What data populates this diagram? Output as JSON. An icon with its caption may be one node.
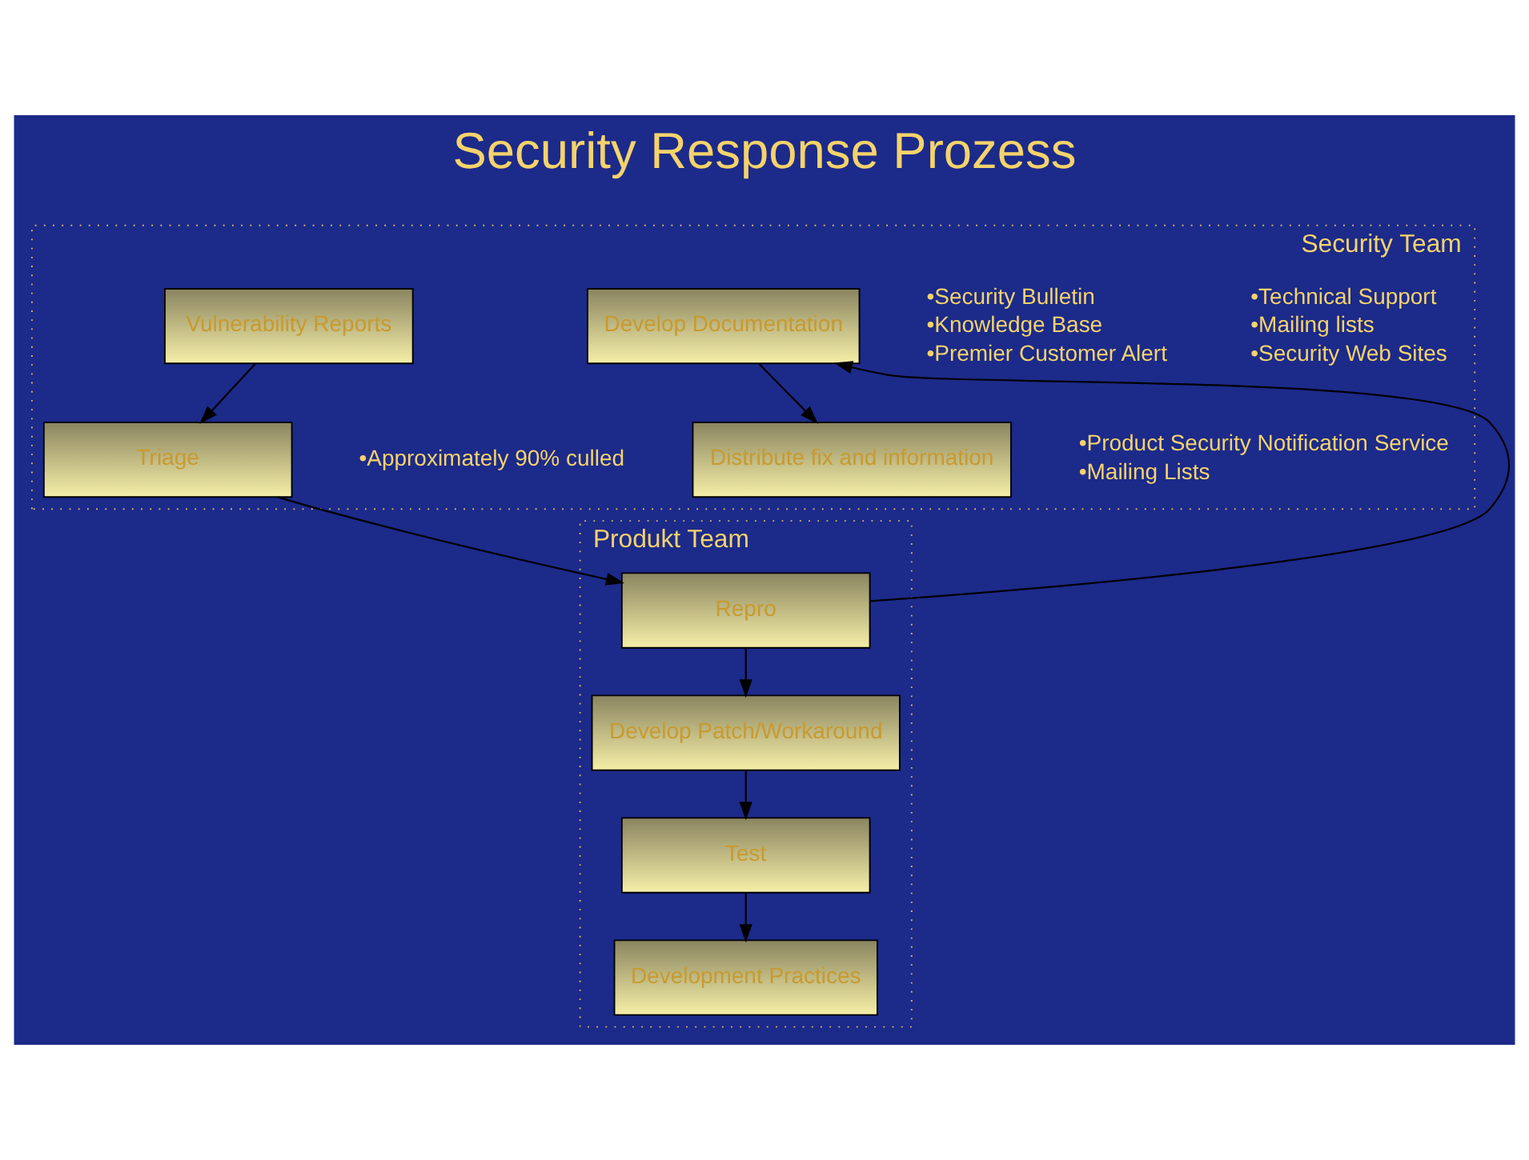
{
  "diagram": {
    "title": "Security Response Prozess",
    "nodes": [
      {
        "text": [
          "Produkt Team"
        ]
      },
      {
        "text": [
          "Security Team"
        ]
      },
      {
        "text": [
          "Vulnerability Reports"
        ],
        "in": 1,
        "beside": [
          "•Technical Support",
          "•Mailing lists",
          "•Security Web Sites"
        ]
      },
      {
        "text": [
          "Triage"
        ],
        "in": 1,
        "beside": [
          "•Approximately 90% culled"
        ]
      },
      {
        "text": [
          "Repro"
        ],
        "in": 0
      },
      {
        "text": [
          "Develop Patch/Workaround"
        ],
        "in": 0
      },
      {
        "text": [
          "Test"
        ],
        "in": 0
      },
      {
        "text": [
          "Development Practices"
        ],
        "in": 0
      },
      {
        "text": [
          "Develop Documentation"
        ],
        "in": 1,
        "beside": [
          "•Security Bulletin",
          "•Knowledge Base",
          "•Premier Customer Alert"
        ]
      },
      {
        "text": [
          "Distribute fix and information"
        ],
        "in": 1,
        "beside": [
          "•Product Security Notification Service",
          "•Mailing Lists"
        ]
      }
    ],
    "edges": [
      {
        "from": 2,
        "to": 3,
        "arrow": "to"
      },
      {
        "from": 3,
        "to": 4,
        "arrow": "to"
      },
      {
        "from": 4,
        "to": 5,
        "arrow": "to"
      },
      {
        "from": 4,
        "to": 8,
        "arrow": "to"
      },
      {
        "from": 5,
        "to": 6,
        "arrow": "to"
      },
      {
        "from": 6,
        "to": 7,
        "arrow": "to"
      },
      {
        "from": 8,
        "to": 9,
        "arrow": "to"
      }
    ]
  }
}
